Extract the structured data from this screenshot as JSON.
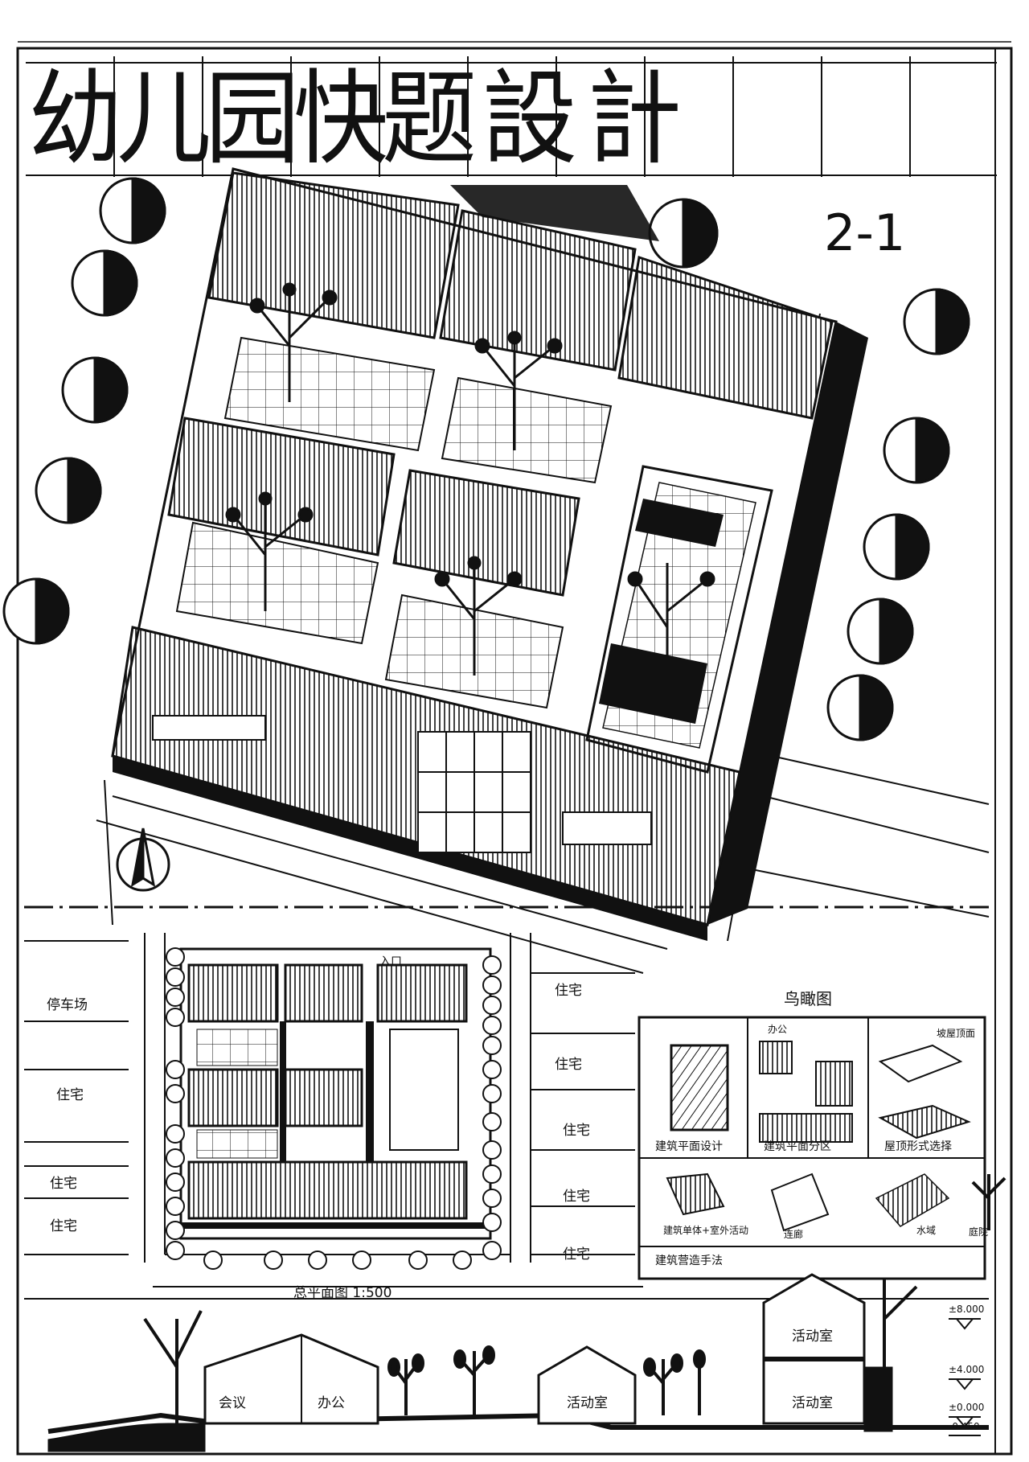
{
  "title": {
    "chars": [
      "幼",
      "儿",
      "园",
      "快",
      "题",
      "設",
      "計"
    ],
    "sheet_no": "2-1"
  },
  "site_plan": {
    "caption": "总平面图 1:500",
    "entrance": "入口",
    "labels_left": [
      "停车场",
      "住宅",
      "住宅",
      "住宅"
    ],
    "labels_right": [
      "住宅",
      "住宅",
      "住宅",
      "住宅",
      "住宅"
    ]
  },
  "analysis": {
    "heading": "鸟瞰图",
    "office": "办公",
    "roof_note": "坡屋顶面",
    "captions": [
      "建筑平面设计",
      "建筑平面分区",
      "屋顶形式选择"
    ],
    "row2": [
      "建筑单体+室外活动",
      "连廊",
      "水域"
    ],
    "row3": "建筑营造手法",
    "tree": "庭院"
  },
  "section": {
    "rooms": [
      "会议",
      "办公",
      "活动室",
      "活动室",
      "活动室"
    ],
    "levels": [
      "±8.000",
      "±4.000",
      "±0.000",
      "-0.450"
    ]
  },
  "colors": {
    "ink": "#111111",
    "paper": "#ffffff",
    "accent": "#d22222"
  }
}
